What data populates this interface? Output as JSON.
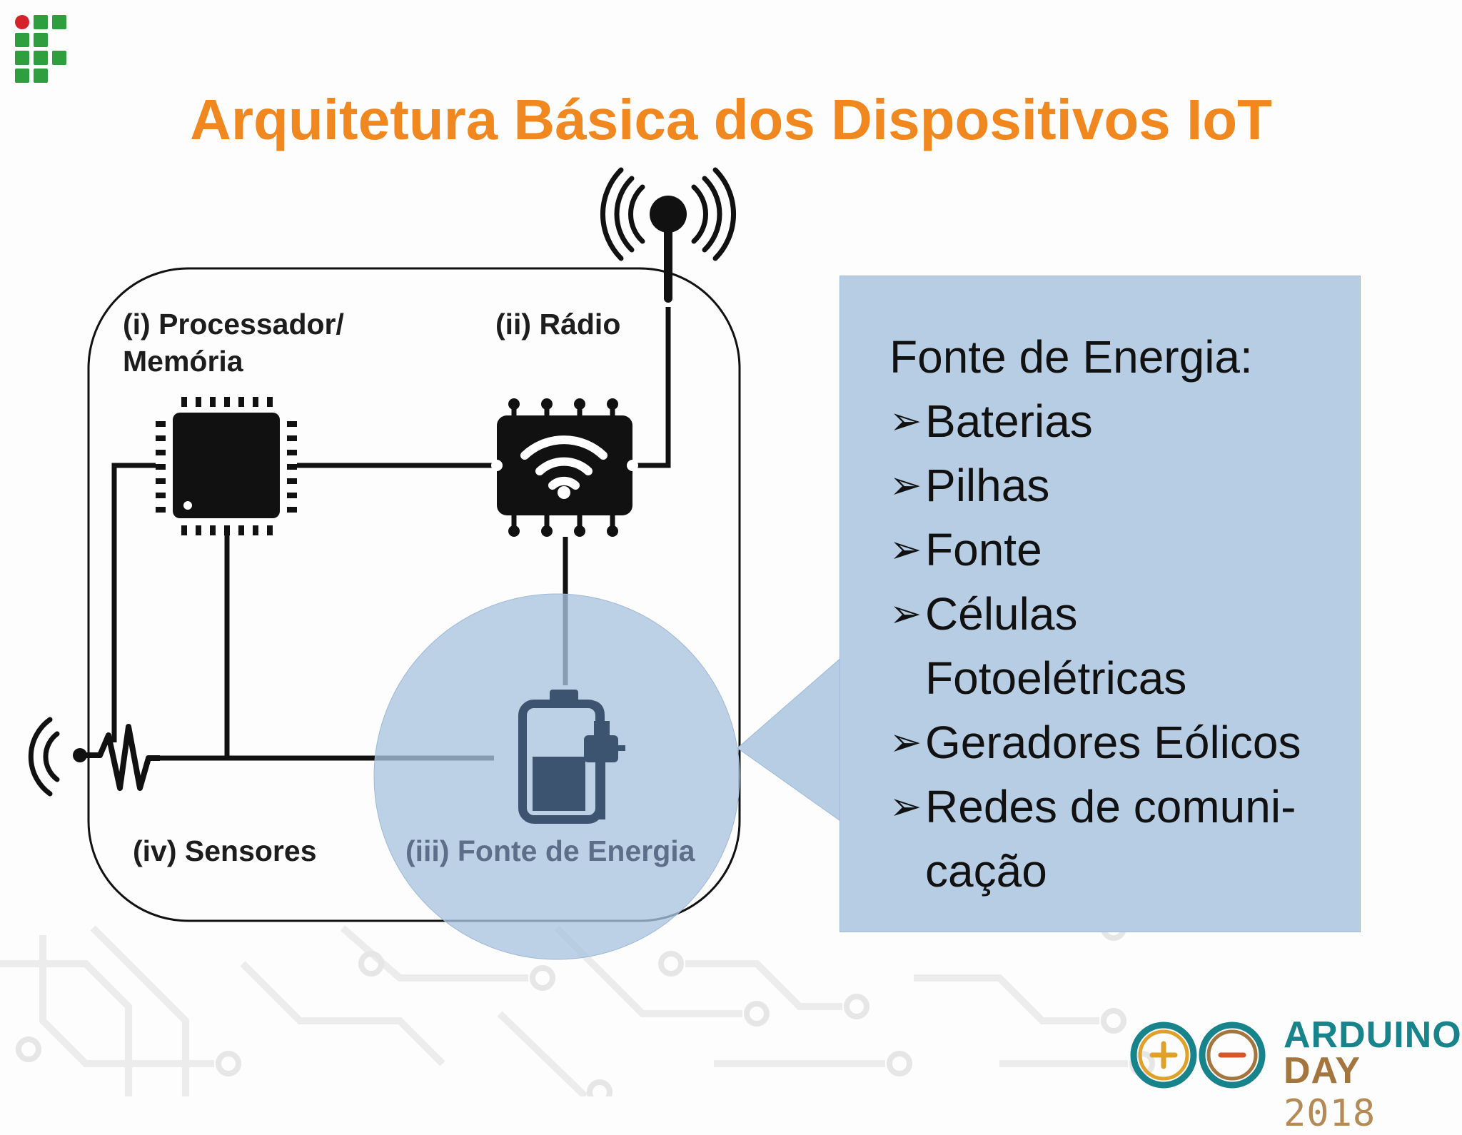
{
  "slide": {
    "title": "Arquitetura Básica dos Dispositivos IoT"
  },
  "diagram": {
    "label_processor_1": "(i) Processador/",
    "label_processor_2": "Memória",
    "label_radio": "(ii) Rádio",
    "label_energy": "(iii) Fonte de Energia",
    "label_sensors": "(iv) Sensores"
  },
  "callout": {
    "heading": "Fonte de Energia:",
    "items": [
      "Baterias",
      "Pilhas",
      "Fonte",
      "Células",
      "Geradores Eólicos",
      "Redes de comuni-"
    ],
    "item_celulas_continuation": "Fotoelétricas",
    "item_redes_continuation": "cação",
    "bullet": "➢"
  },
  "footer_logo": {
    "line1": "ARDUINO",
    "line2_word": "DAY",
    "line2_year": "2018"
  },
  "colors": {
    "title": "#f0881f",
    "highlight": "#b6cde4",
    "arduino_teal": "#17838b",
    "arduino_brown": "#a4763e",
    "if_green": "#2e9e3e",
    "if_red": "#d4232a"
  }
}
